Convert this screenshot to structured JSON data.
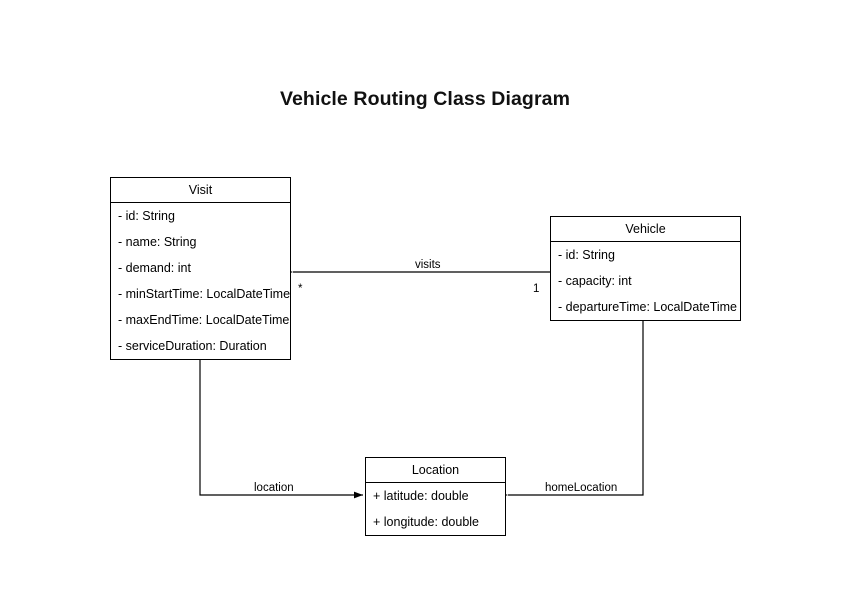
{
  "diagram": {
    "title": "Vehicle Routing Class Diagram",
    "type": "uml-class-diagram",
    "background_color": "#ffffff",
    "line_color": "#000000",
    "classes": [
      {
        "id": "visit",
        "name": "Visit",
        "attributes": [
          "- id: String",
          "- name: String",
          "- demand: int",
          "- minStartTime: LocalDateTime",
          "- maxEndTime: LocalDateTime",
          "- serviceDuration: Duration"
        ]
      },
      {
        "id": "vehicle",
        "name": "Vehicle",
        "attributes": [
          "- id: String",
          "- capacity: int",
          "- departureTime: LocalDateTime"
        ]
      },
      {
        "id": "location",
        "name": "Location",
        "attributes": [
          "+ latitude: double",
          "+ longitude: double"
        ]
      }
    ],
    "relationships": [
      {
        "id": "visits",
        "label": "visits",
        "from": "Vehicle",
        "to": "Visit",
        "source_multiplicity": "1",
        "target_multiplicity": "*"
      },
      {
        "id": "location",
        "label": "location",
        "from": "Visit",
        "to": "Location",
        "source_multiplicity": "",
        "target_multiplicity": ""
      },
      {
        "id": "homeLocation",
        "label": "homeLocation",
        "from": "Vehicle",
        "to": "Location",
        "source_multiplicity": "",
        "target_multiplicity": ""
      }
    ]
  }
}
